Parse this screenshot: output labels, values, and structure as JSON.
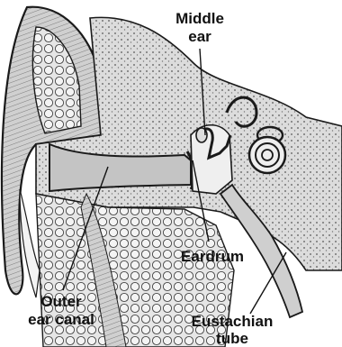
{
  "labels": {
    "middle_ear_line1": "Middle",
    "middle_ear_line2": "ear",
    "eardrum": "Eardrum",
    "outer_ear_canal_line1": "Outer",
    "outer_ear_canal_line2": "ear canal",
    "eustachian_tube_line1": "Eustachian",
    "eustachian_tube_line2": "tube"
  },
  "colors": {
    "ink": "#1a1a1a",
    "tissue": "#d9d9d9",
    "canal": "#c4c4c4",
    "bone": "#f2f2f2"
  }
}
